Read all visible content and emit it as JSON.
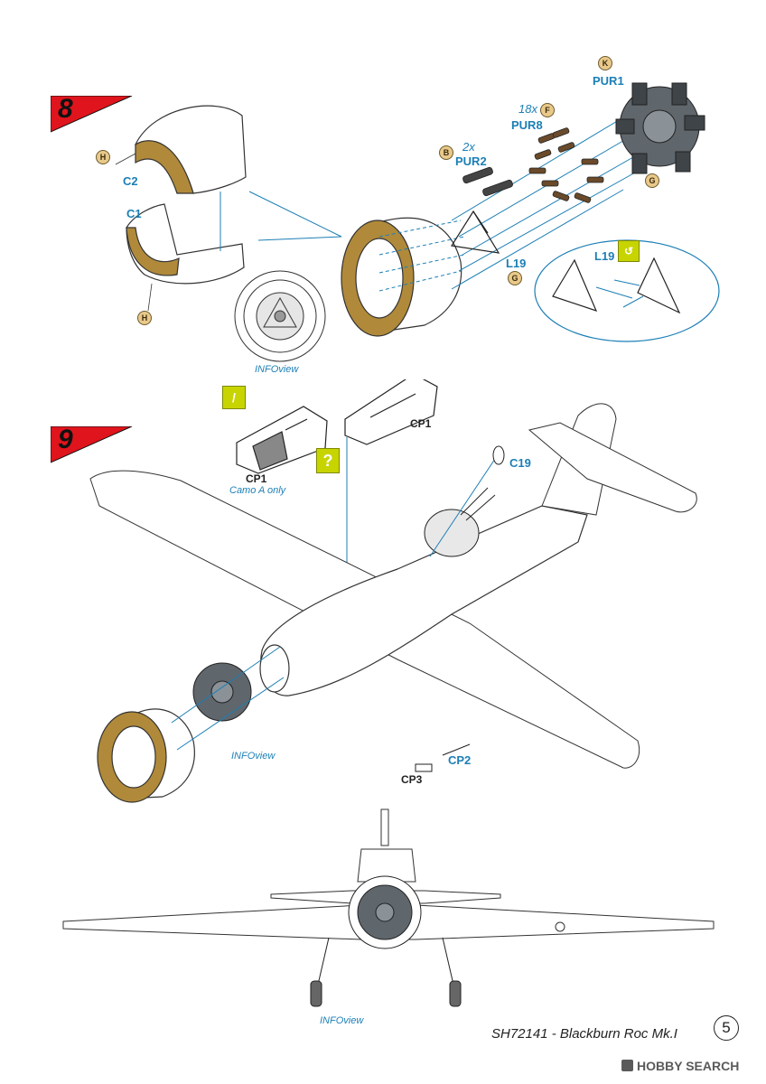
{
  "steps": {
    "step8": "8",
    "step9": "9"
  },
  "step8_labels": {
    "k": "K",
    "pur1": "PUR1",
    "x18": "18x",
    "f": "F",
    "pur8": "PUR8",
    "x2": "2x",
    "b": "B",
    "pur2": "PUR2",
    "h_top": "H",
    "c2": "C2",
    "c1": "C1",
    "h_bottom": "H",
    "g_right": "G",
    "l19": "L19",
    "g_bottom": "G",
    "l19_detail": "L19",
    "info": "INFOview"
  },
  "step9_labels": {
    "cp1_left": "CP1",
    "camo": "Camo A only",
    "cp1_right": "CP1",
    "c19": "C19",
    "cp2": "CP2",
    "cp3": "CP3",
    "info": "INFOview",
    "question": "?"
  },
  "front_view": {
    "info": "INFOview"
  },
  "footer": {
    "title": "SH72141 - Blackburn Roc  Mk.I",
    "page": "5"
  },
  "watermark": {
    "text": "HOBBY SEARCH"
  },
  "colors": {
    "leader": "#1c7fb6",
    "step_flag": "#e0141c",
    "tan": "#b08a3a",
    "yellow": "#c8d400"
  }
}
